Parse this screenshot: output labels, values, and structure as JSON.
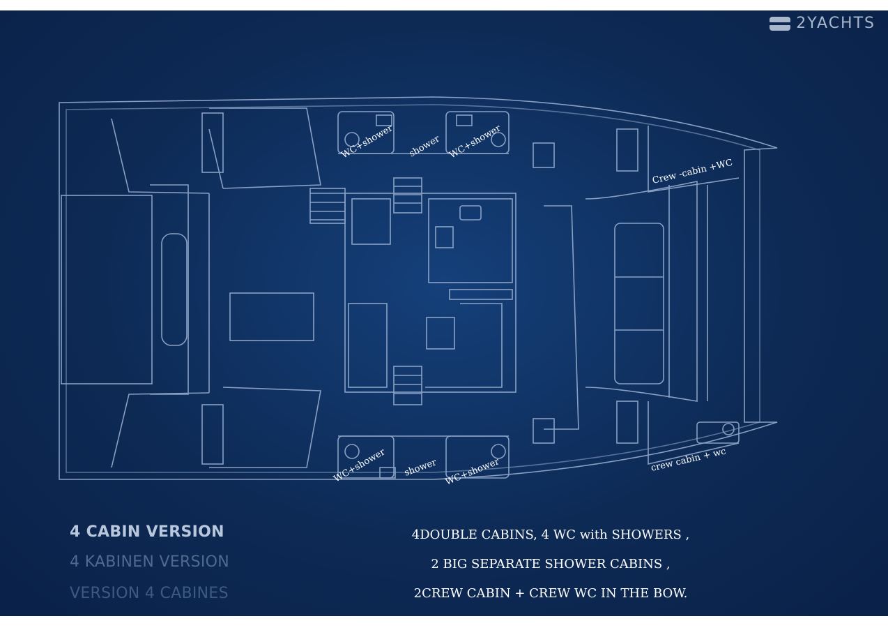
{
  "brand": {
    "name": "2YACHTS",
    "icon": "yacht-logo-icon"
  },
  "plan_labels": {
    "top_wc_left": "WC+shower",
    "top_shower": "shower",
    "top_wc_right": "WC+shower",
    "crew_top": "Crew -cabin +WC",
    "bottom_wc_left": "WC+shower",
    "bottom_shower": "shower",
    "bottom_wc_right": "WC+shower",
    "crew_bottom": "crew cabin + wc"
  },
  "versions": [
    "4 CABIN VERSION",
    "4 KABINEN VERSION",
    "VERSION 4 CABINES"
  ],
  "description": [
    "4DOUBLE CABINS, 4 WC with SHOWERS ,",
    "2 BIG SEPARATE SHOWER CABINS ,",
    "2CREW CABIN + CREW WC IN THE BOW."
  ],
  "colors": {
    "background": "#0d2a55",
    "line": "#9fb4d6",
    "text": "#ffffff"
  }
}
